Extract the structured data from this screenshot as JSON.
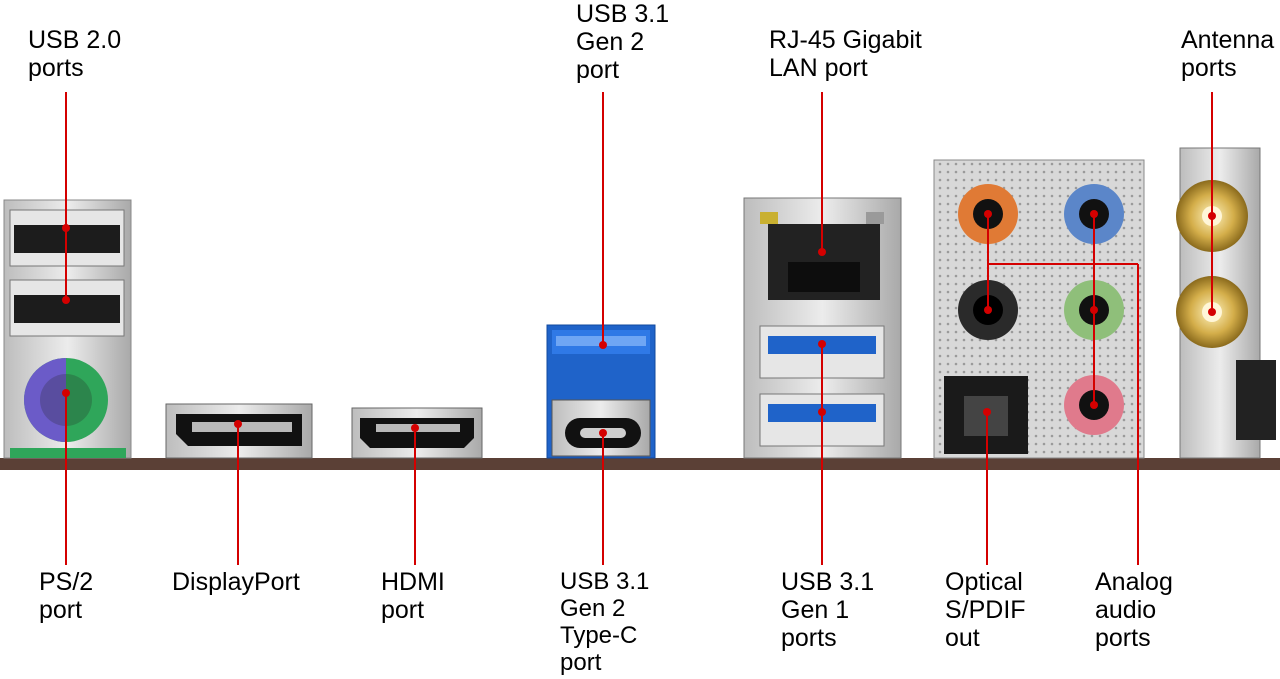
{
  "labels": {
    "usb20": "USB 2.0\nports",
    "usb31g2": "USB 3.1\nGen 2\nport",
    "rj45": "RJ-45 Gigabit\nLAN port",
    "antenna": "Antenna\nports",
    "ps2": "PS/2\nport",
    "displayport": "DisplayPort",
    "hdmi": "HDMI\nport",
    "usb31g2c": "USB 3.1\nGen 2\nType-C\nport",
    "usb31g1": "USB 3.1\nGen 1\nports",
    "spdif": "Optical\nS/PDIF\nout",
    "analog": "Analog\naudio\nports"
  },
  "colors": {
    "leader": "#d40000",
    "board": "#5b4036",
    "usb2": "#1c1c1c",
    "usb3": "#1f63c9",
    "ps2_purple": "#6b5bc8",
    "ps2_green": "#2fa65a",
    "audio_orange": "#e07a35",
    "audio_blue": "#5b86c9",
    "audio_black": "#2a2a2a",
    "audio_green": "#8fbf7a",
    "audio_pink": "#e07a8c",
    "antenna_gold": "#d4ae4a",
    "shield_silver": "#d9d9d9"
  }
}
